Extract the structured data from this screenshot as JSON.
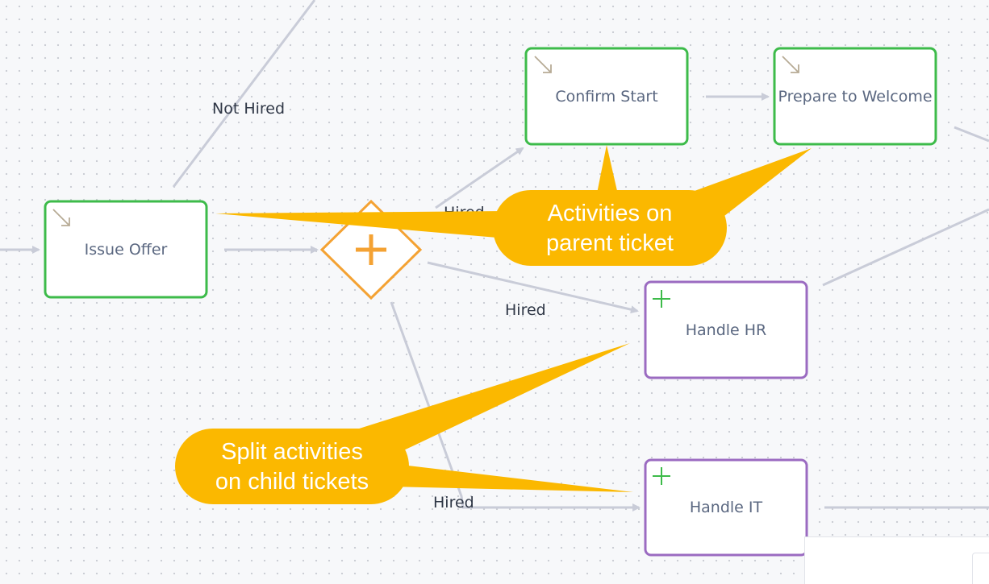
{
  "diagram": {
    "nodes": {
      "issue_offer": {
        "label": "Issue Offer",
        "kind": "parent-activity"
      },
      "confirm_start": {
        "label": "Confirm Start",
        "kind": "parent-activity"
      },
      "prepare_welcome": {
        "label": "Prepare to Welcome",
        "kind": "parent-activity"
      },
      "handle_hr": {
        "label": "Handle HR",
        "kind": "child-activity"
      },
      "handle_it": {
        "label": "Handle IT",
        "kind": "child-activity"
      },
      "split_gateway": {
        "kind": "parallel-gateway",
        "icon": "plus-icon"
      }
    },
    "edge_labels": {
      "not_hired": "Not Hired",
      "hired_confirm": "Hired",
      "hired_hr": "Hired",
      "hired_it": "Hired"
    },
    "callouts": {
      "parent": {
        "line1": "Activities on",
        "line2": "parent ticket"
      },
      "child": {
        "line1": "Split activities",
        "line2": "on child tickets"
      }
    },
    "colors": {
      "parent_border": "#3dbb4a",
      "child_border": "#9b6bc1",
      "gateway": "#f4a233",
      "callout": "#fbb800",
      "edge": "#c9ccd8"
    }
  }
}
